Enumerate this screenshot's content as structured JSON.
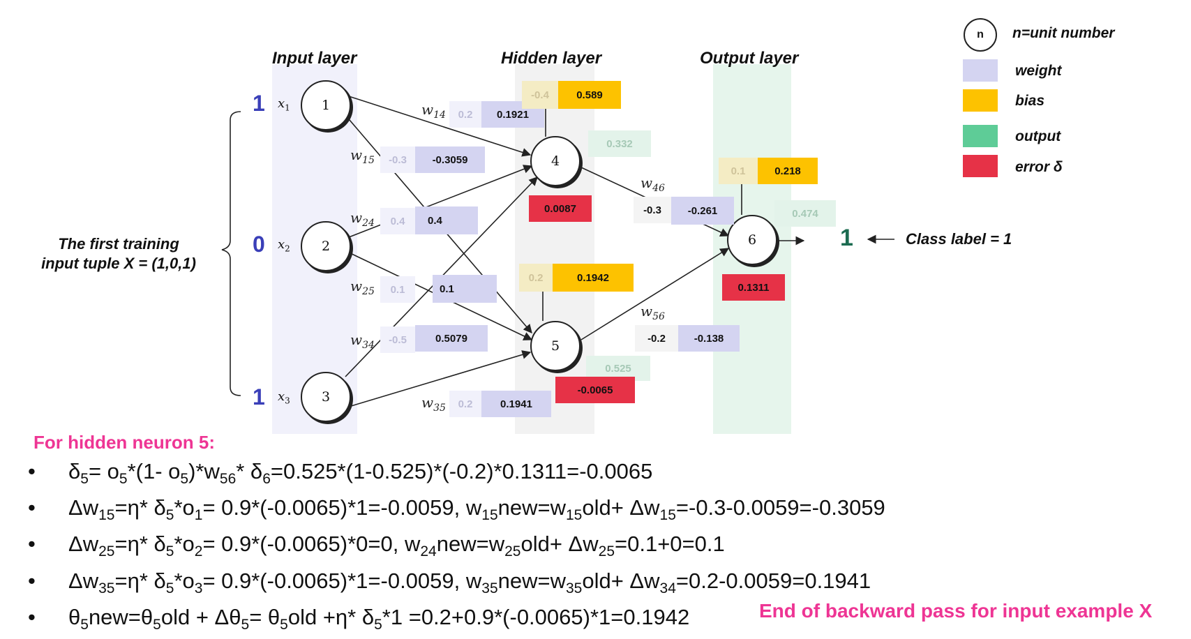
{
  "layers": {
    "input": "Input layer",
    "hidden": "Hidden layer",
    "output": "Output layer"
  },
  "legend": {
    "unit_symbol": "n",
    "unit_text": "n=unit number",
    "weight": "weight",
    "bias": "bias",
    "output": "output",
    "error": "error δ",
    "colors": {
      "weight": "#d4d4f1",
      "bias": "#fdc200",
      "output": "#5ecc97",
      "error": "#e63247"
    }
  },
  "tuple_label": {
    "line1": "The first training",
    "line2": "input tuple X = (1,0,1)"
  },
  "inputs": [
    {
      "value": "1",
      "x_name": "x",
      "x_sub": "1",
      "unit": "1"
    },
    {
      "value": "0",
      "x_name": "x",
      "x_sub": "2",
      "unit": "2"
    },
    {
      "value": "1",
      "x_name": "x",
      "x_sub": "3",
      "unit": "3"
    }
  ],
  "hidden_units": [
    "4",
    "5"
  ],
  "output_unit": "6",
  "weight_labels": {
    "w14": {
      "base": "w",
      "sub": "14"
    },
    "w15": {
      "base": "w",
      "sub": "15"
    },
    "w24": {
      "base": "w",
      "sub": "24"
    },
    "w25": {
      "base": "w",
      "sub": "25"
    },
    "w34": {
      "base": "w",
      "sub": "34"
    },
    "w35": {
      "base": "w",
      "sub": "35"
    },
    "w46": {
      "base": "w",
      "sub": "46"
    },
    "w56": {
      "base": "w",
      "sub": "56"
    }
  },
  "weights": {
    "w14": {
      "old": "0.2",
      "new": "0.1921"
    },
    "w15": {
      "old": "-0.3",
      "new": "-0.3059"
    },
    "w24": {
      "old": "0.4",
      "new": "0.4"
    },
    "w25": {
      "old": "0.1",
      "new": "0.1"
    },
    "w34": {
      "old": "-0.5",
      "new": "0.5079"
    },
    "w35": {
      "old": "0.2",
      "new": "0.1941"
    },
    "w46": {
      "old": "-0.3",
      "new": "-0.261"
    },
    "w56": {
      "old": "-0.2",
      "new": "-0.138"
    }
  },
  "biases": {
    "b4": {
      "old": "-0.4",
      "new": "0.589"
    },
    "b5": {
      "old": "0.2",
      "new": "0.1942"
    },
    "b6": {
      "old": "0.1",
      "new": "0.218"
    }
  },
  "outputs": {
    "o4": "0.332",
    "o5": "0.525",
    "o6": "0.474"
  },
  "errors": {
    "e4": "0.0087",
    "e5": "-0.0065",
    "e6": "0.1311"
  },
  "class_value": "1",
  "class_label": "Class label = 1",
  "section_title": "For hidden neuron 5:",
  "bullets": [
    "δ5= o5*(1- o5)*w56* δ6=0.525*(1-0.525)*(-0.2)*0.1311=-0.0065",
    "Δw15=η* δ5*o1= 0.9*(-0.0065)*1=-0.0059, w15new=w15old+ Δw15=-0.3-0.0059=-0.3059",
    "Δw25=η* δ5*o2= 0.9*(-0.0065)*0=0, w24new=w25old+ Δw25=0.1+0=0.1",
    "Δw35=η* δ5*o3= 0.9*(-0.0065)*1=-0.0059, w35new=w35old+ Δw34=0.2-0.0059=0.1941",
    "θ5new=θ5old + Δθ5= θ5old +η* δ5*1 =0.2+0.9*(-0.0065)*1=0.1942"
  ],
  "footer": "End of backward pass for input example X"
}
